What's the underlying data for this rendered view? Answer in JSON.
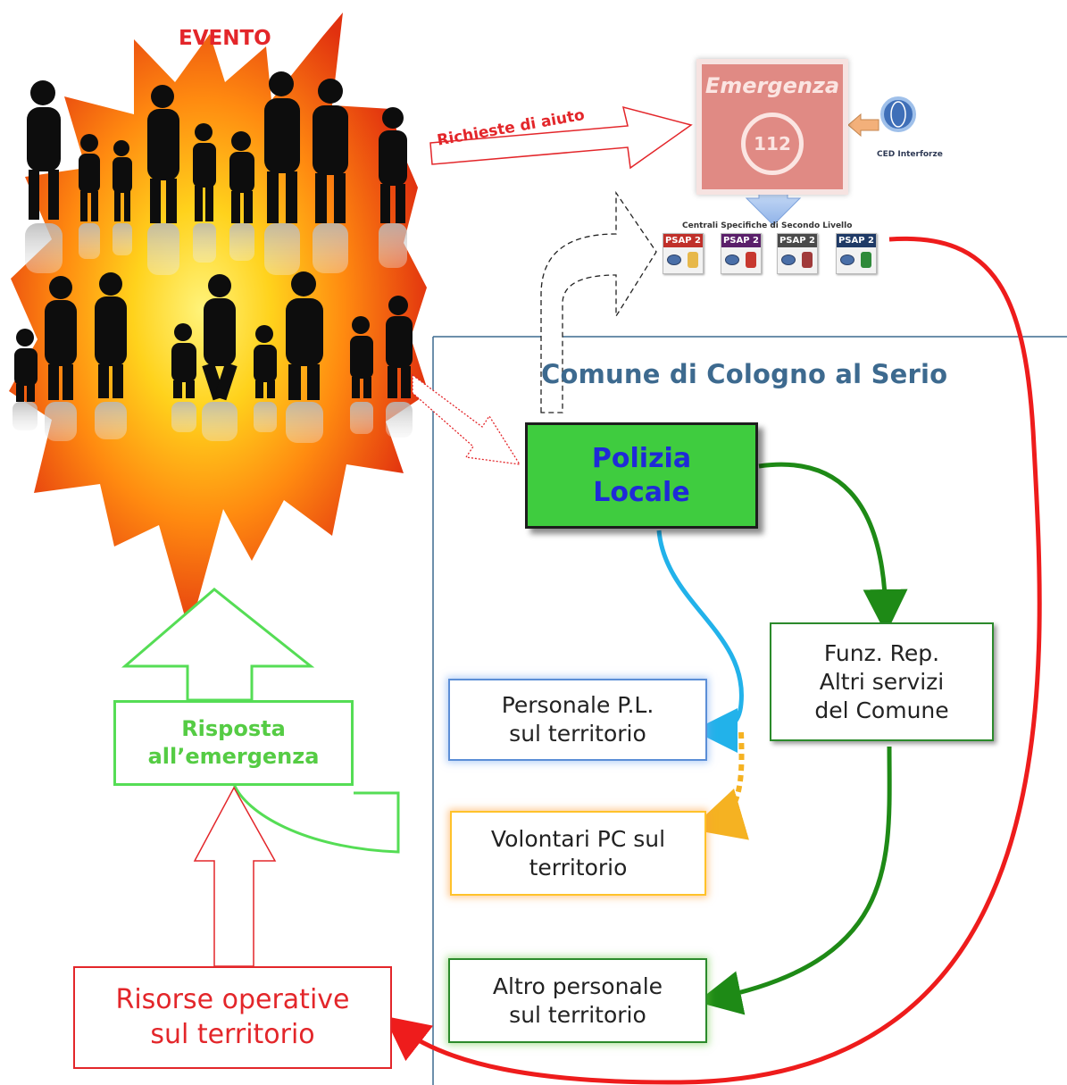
{
  "header": {
    "event_label": "EVENTO"
  },
  "help_request": {
    "label": "Richieste di aiuto"
  },
  "emergency_center": {
    "title": "Emergenza",
    "number": "112",
    "ced_label": "CED Interforze",
    "second_level_label": "Centrali Specifiche di Secondo Livello",
    "psap_units": [
      {
        "label": "PSAP 2",
        "color": "#c0302a",
        "emblem_color": "#e7b84a"
      },
      {
        "label": "PSAP 2",
        "color": "#5a1f6a",
        "emblem_color": "#c7382f"
      },
      {
        "label": "PSAP 2",
        "color": "#4a4a4a",
        "emblem_color": "#a03a3a"
      },
      {
        "label": "PSAP 2",
        "color": "#1f3a66",
        "emblem_color": "#2f8a3a"
      }
    ]
  },
  "community": {
    "title": "Comune di Cologno al Serio"
  },
  "polizia": {
    "line1": "Polizia",
    "line2": "Locale"
  },
  "funz": {
    "line1": "Funz. Rep.",
    "line2": "Altri servizi",
    "line3": "del Comune"
  },
  "personale": {
    "line1": "Personale P.L.",
    "line2": "sul territorio"
  },
  "volontari": {
    "line1": "Volontari PC sul",
    "line2": "territorio"
  },
  "altro": {
    "line1": "Altro personale",
    "line2": "sul territorio"
  },
  "risposta": {
    "line1": "Risposta",
    "line2": "all’emergenza"
  },
  "risorse": {
    "line1": "Risorse operative",
    "line2": "sul territorio"
  }
}
